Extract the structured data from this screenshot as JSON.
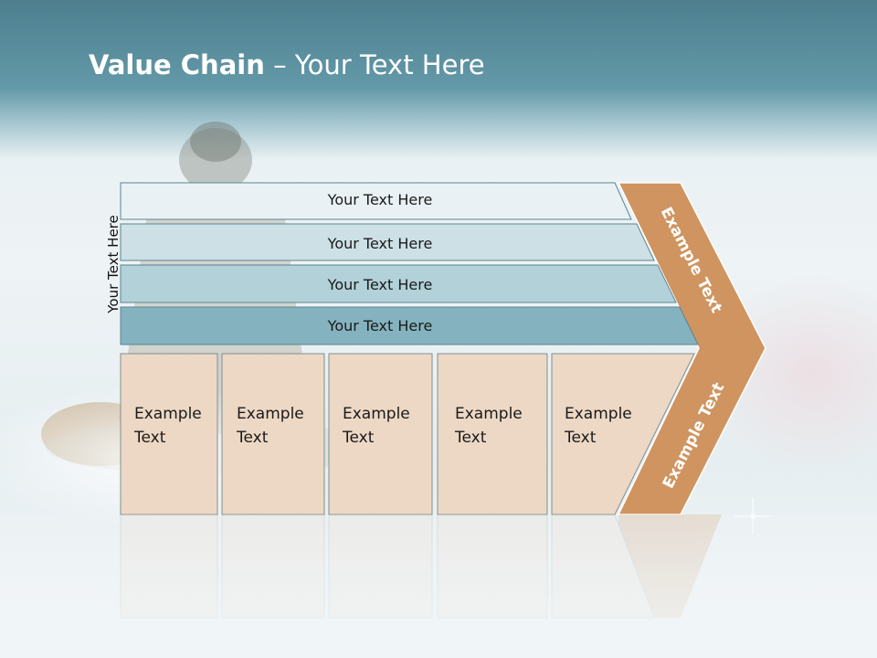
{
  "title": {
    "bold": "Value Chain",
    "rest": " – Your Text Here"
  },
  "side_label": "Your Text Here",
  "strips": [
    {
      "label": "Your Text Here",
      "color": "#e9f1f4"
    },
    {
      "label": "Your Text Here",
      "color": "#cde0e6"
    },
    {
      "label": "Your Text Here",
      "color": "#b2d1d9"
    },
    {
      "label": "Your Text Here",
      "color": "#84b3bf"
    }
  ],
  "boxes": [
    {
      "line1": "Example",
      "line2": "Text"
    },
    {
      "line1": "Example",
      "line2": "Text"
    },
    {
      "line1": "Example",
      "line2": "Text"
    },
    {
      "line1": "Example",
      "line2": "Text"
    },
    {
      "line1": "Example",
      "line2": "Text"
    }
  ],
  "chevron": {
    "upper": "Example Text",
    "lower": "Example Text",
    "color": "#cf945f"
  },
  "box_color": "#edd8c5"
}
